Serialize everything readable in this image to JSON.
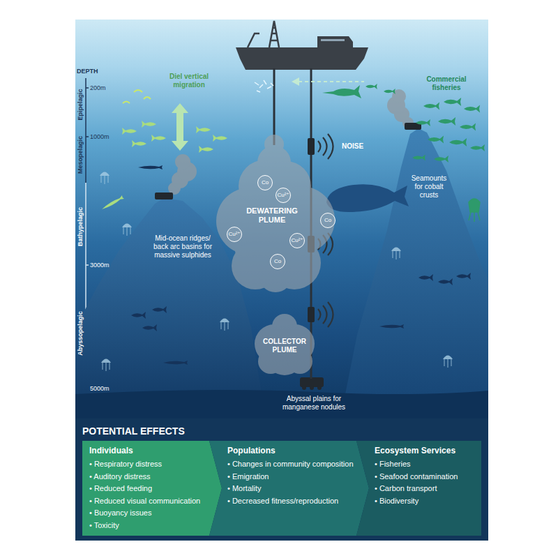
{
  "diagram": {
    "nodes": [
      {
        "text": [
          "DEWATERING PLUME"
        ]
      },
      {
        "text": [
          "Co"
        ],
        "in": 0
      },
      {
        "text": [
          "Cu²⁺"
        ],
        "in": 0
      },
      {
        "text": [
          "Cu²⁺"
        ],
        "in": 0
      },
      {
        "text": [
          "Co"
        ],
        "in": 0
      },
      {
        "text": [
          "Cu²⁺"
        ],
        "in": 0
      },
      {
        "text": [
          "Co"
        ],
        "in": 0
      },
      {
        "text": [
          "COLLECTOR PLUME"
        ]
      },
      {
        "text": [
          "POTENTIAL EFFECTS"
        ]
      },
      {
        "text": [
          "Individuals",
          "• Respiratory distress",
          "• Auditory distress",
          "• Reduced feeding",
          "• Reduced visual communication",
          "• Buoyancy issues",
          "• Toxicity"
        ],
        "in": 8
      },
      {
        "text": [
          "Populations",
          "• Changes in community composition",
          "• Emigration",
          "• Mortality",
          "• Decreased fitness/reproduction"
        ],
        "in": 8
      },
      {
        "text": [
          "Ecosystem Services",
          "• Fisheries",
          "• Seafood contamination",
          "• Carbon transport",
          "• Biodiversity"
        ],
        "in": 8
      }
    ],
    "labels": [
      "DEPTH",
      "Epipelagic",
      "200m",
      "Mesopelagic",
      "1000m",
      "Bathypelagic",
      "3000m",
      "Abyssopelagic",
      "5000m",
      "Diel vertical migration",
      "Commercial fisheries",
      "NOISE",
      "Mid-ocean ridges/ back arc basins for massive sulphides",
      "Seamounts for cobalt crusts",
      "Abyssal plains for manganese nodules"
    ]
  }
}
